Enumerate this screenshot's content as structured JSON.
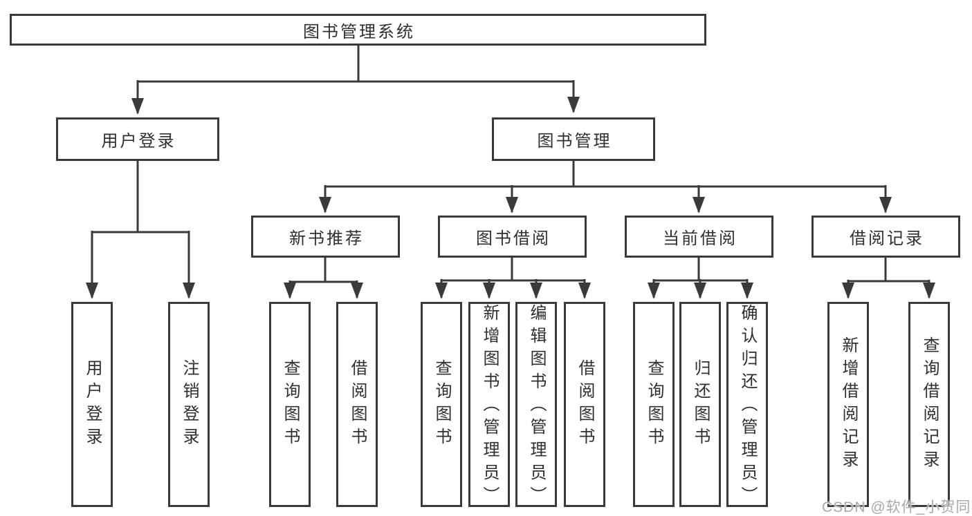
{
  "tree": {
    "root": {
      "label": "图书管理系统"
    },
    "level2": [
      {
        "label": "用户登录"
      },
      {
        "label": "图书管理"
      }
    ],
    "level3": [
      {
        "label": "新书推荐",
        "parent": "图书管理"
      },
      {
        "label": "图书借阅",
        "parent": "图书管理"
      },
      {
        "label": "当前借阅",
        "parent": "图书管理"
      },
      {
        "label": "借阅记录",
        "parent": "图书管理"
      }
    ],
    "leaves": [
      {
        "label": "用户登录",
        "parent": "用户登录"
      },
      {
        "label": "注销登录",
        "parent": "用户登录"
      },
      {
        "label": "查询图书",
        "parent": "新书推荐"
      },
      {
        "label": "借阅图书",
        "parent": "新书推荐"
      },
      {
        "label": "查询图书",
        "parent": "图书借阅"
      },
      {
        "label": "新增图书（管理员）",
        "parent": "图书借阅"
      },
      {
        "label": "编辑图书（管理员）",
        "parent": "图书借阅"
      },
      {
        "label": "借阅图书",
        "parent": "图书借阅"
      },
      {
        "label": "查询图书",
        "parent": "当前借阅"
      },
      {
        "label": "归还图书",
        "parent": "当前借阅"
      },
      {
        "label": "确认归还（管理员）",
        "parent": "当前借阅"
      },
      {
        "label": "新增借阅记录",
        "parent": "借阅记录"
      },
      {
        "label": "查询借阅记录",
        "parent": "借阅记录"
      }
    ]
  },
  "watermark": "CSDN @软件_小贺同学",
  "colors": {
    "line": "#3a3a3a",
    "box_border": "#3a3a3a",
    "text": "#2f2f2f",
    "watermark": "#a9a9a9",
    "background": "#ffffff"
  }
}
